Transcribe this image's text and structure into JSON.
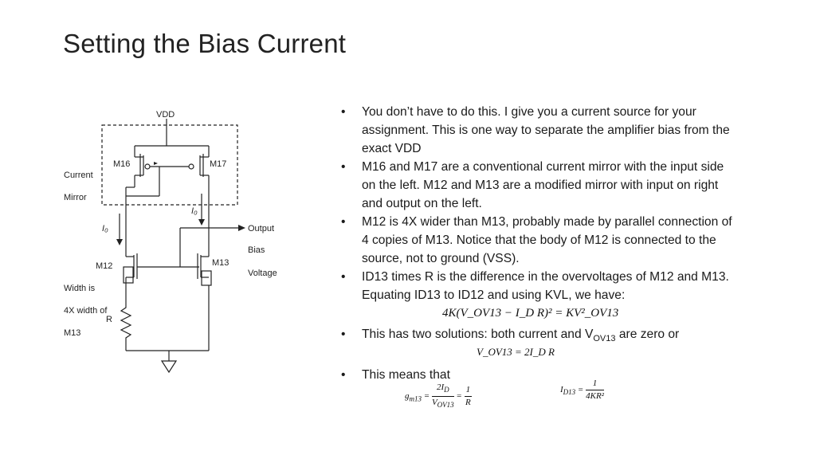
{
  "title": "Setting the Bias Current",
  "circuit": {
    "vdd": "VDD",
    "m16": "M16",
    "m17": "M17",
    "m12": "M12",
    "m13": "M13",
    "current": "Current",
    "mirror": "Mirror",
    "i0_left": "I₀",
    "i0_right": "I₀",
    "output": "Output",
    "bias": "Bias",
    "voltage": "Voltage",
    "width_is": "Width is",
    "fourx_width_of": "4X width of",
    "r": "R",
    "m13_note": "M13"
  },
  "bullets": {
    "b1": "You don’t have to do this. I give you a current source for your assignment. This is one way to separate the amplifier bias from the exact VDD",
    "b2": "M16 and M17 are a conventional current mirror with the input side on the left. M12 and M13 are a modified mirror with input on right and output on the left.",
    "b3": "M12 is 4X wider than M13, probably made by parallel connection of 4 copies of M13. Notice that the body of M12 is connected to the source, not to ground (VSS).",
    "b4": "ID13 times R is the difference in the overvoltages of M12 and M13. Equating ID13 to ID12 and using KVL, we have:",
    "b5_pre": "This has two solutions: both current and V",
    "b5_sub": "OV13",
    "b5_post": " are zero or",
    "b6": "This means that",
    "bullet_char": "•"
  },
  "equations": {
    "kvl": "4K(V_OV13 − I_D R)² = KV²_OV13",
    "vov": "V_OV13 = 2I_D R",
    "gm_lhs": "g",
    "gm_sub": "m13",
    "gm_num": "2I",
    "gm_num_sub": "D",
    "gm_den": "V",
    "gm_den_sub": "OV13",
    "gm_rhs_num": "1",
    "gm_rhs_den": "R",
    "id_lhs": "I",
    "id_sub": "D13",
    "id_num": "1",
    "id_den": "4KR²"
  }
}
